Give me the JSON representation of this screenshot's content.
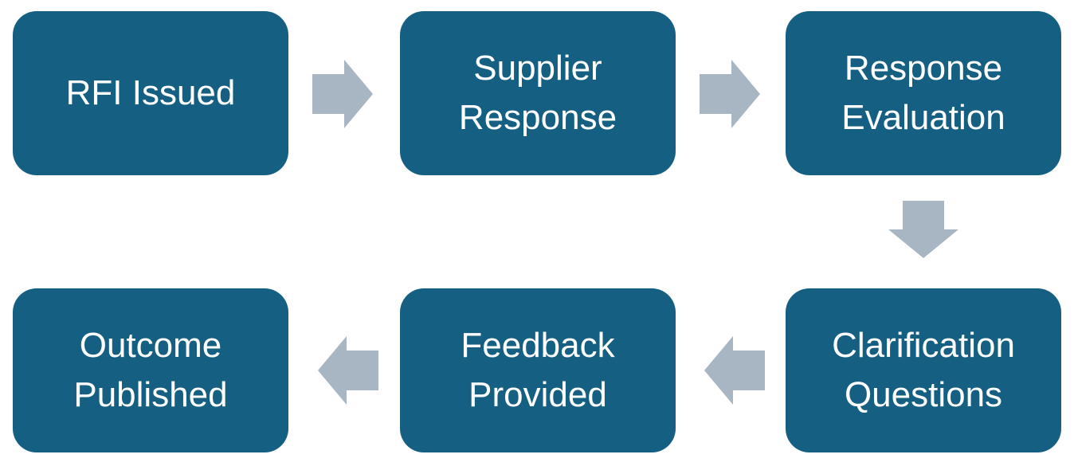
{
  "diagram": {
    "type": "process-flow",
    "steps": [
      {
        "label": "RFI Issued"
      },
      {
        "label": "Supplier\nResponse"
      },
      {
        "label": "Response\nEvaluation"
      },
      {
        "label": "Clarification\nQuestions"
      },
      {
        "label": "Feedback\nProvided"
      },
      {
        "label": "Outcome\nPublished"
      }
    ],
    "connections": [
      {
        "from": "RFI Issued",
        "to": "Supplier Response",
        "direction": "right"
      },
      {
        "from": "Supplier Response",
        "to": "Response Evaluation",
        "direction": "right"
      },
      {
        "from": "Response Evaluation",
        "to": "Clarification Questions",
        "direction": "down"
      },
      {
        "from": "Clarification Questions",
        "to": "Feedback Provided",
        "direction": "left"
      },
      {
        "from": "Feedback Provided",
        "to": "Outcome Published",
        "direction": "left"
      }
    ]
  },
  "colors": {
    "box_fill": "#156082",
    "arrow_fill": "#a8b5c2",
    "text_color": "#ffffff",
    "background": "#ffffff"
  }
}
